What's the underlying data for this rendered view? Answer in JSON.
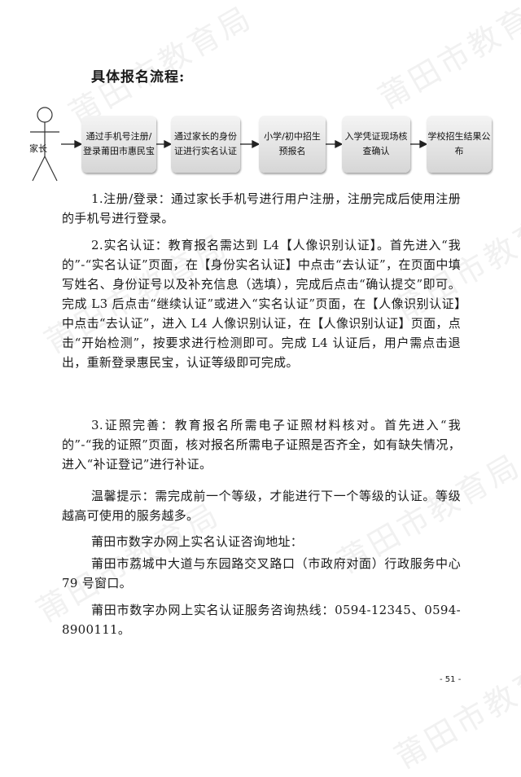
{
  "watermark": "莆田市教育局",
  "heading": "具体报名流程:",
  "flow": {
    "actor": "家长",
    "steps": [
      "通过手机号注册/\n登录莆田市惠民宝",
      "通过家长的身份\n证进行实名认证",
      "小学/初中招生\n预报名",
      "入学凭证现场核\n查确认",
      "学校招生结果公\n布"
    ]
  },
  "paragraphs": [
    "1.注册/登录：通过家长手机号进行用户注册，注册完成后使用注册的手机号进行登录。",
    "2.实名认证：教育报名需达到 L4【人像识别认证】。首先进入“我的”-“实名认证”页面，在【身份实名认证】中点击“去认证”，在页面中填写姓名、身份证号以及补充信息（选填），完成后点击“确认提交”即可。完成 L3 后点击“继续认证”或进入“实名认证”页面，在【人像识别认证】中点击“去认证”，进入 L4 人像识别认证，在【人像识别认证】页面，点击“开始检测”，按要求进行检测即可。完成 L4 认证后，用户需点击退出，重新登录惠民宝，认证等级即可完成。",
    "3.证照完善：教育报名所需电子证照材料核对。首先进入“我的”-“我的证照”页面，核对报名所需电子证照是否齐全，如有缺失情况，进入“补证登记”进行补证。",
    "温馨提示：需完成前一个等级，才能进行下一个等级的认证。等级越高可使用的服务越多。",
    "莆田市数字办网上实名认证咨询地址：",
    "莆田市荔城中大道与东园路交叉路口（市政府对面）行政服务中心 79 号窗口。",
    "莆田市数字办网上实名认证服务咨询热线：0594-12345、0594-8900111。"
  ],
  "page_number": "- 51 -"
}
